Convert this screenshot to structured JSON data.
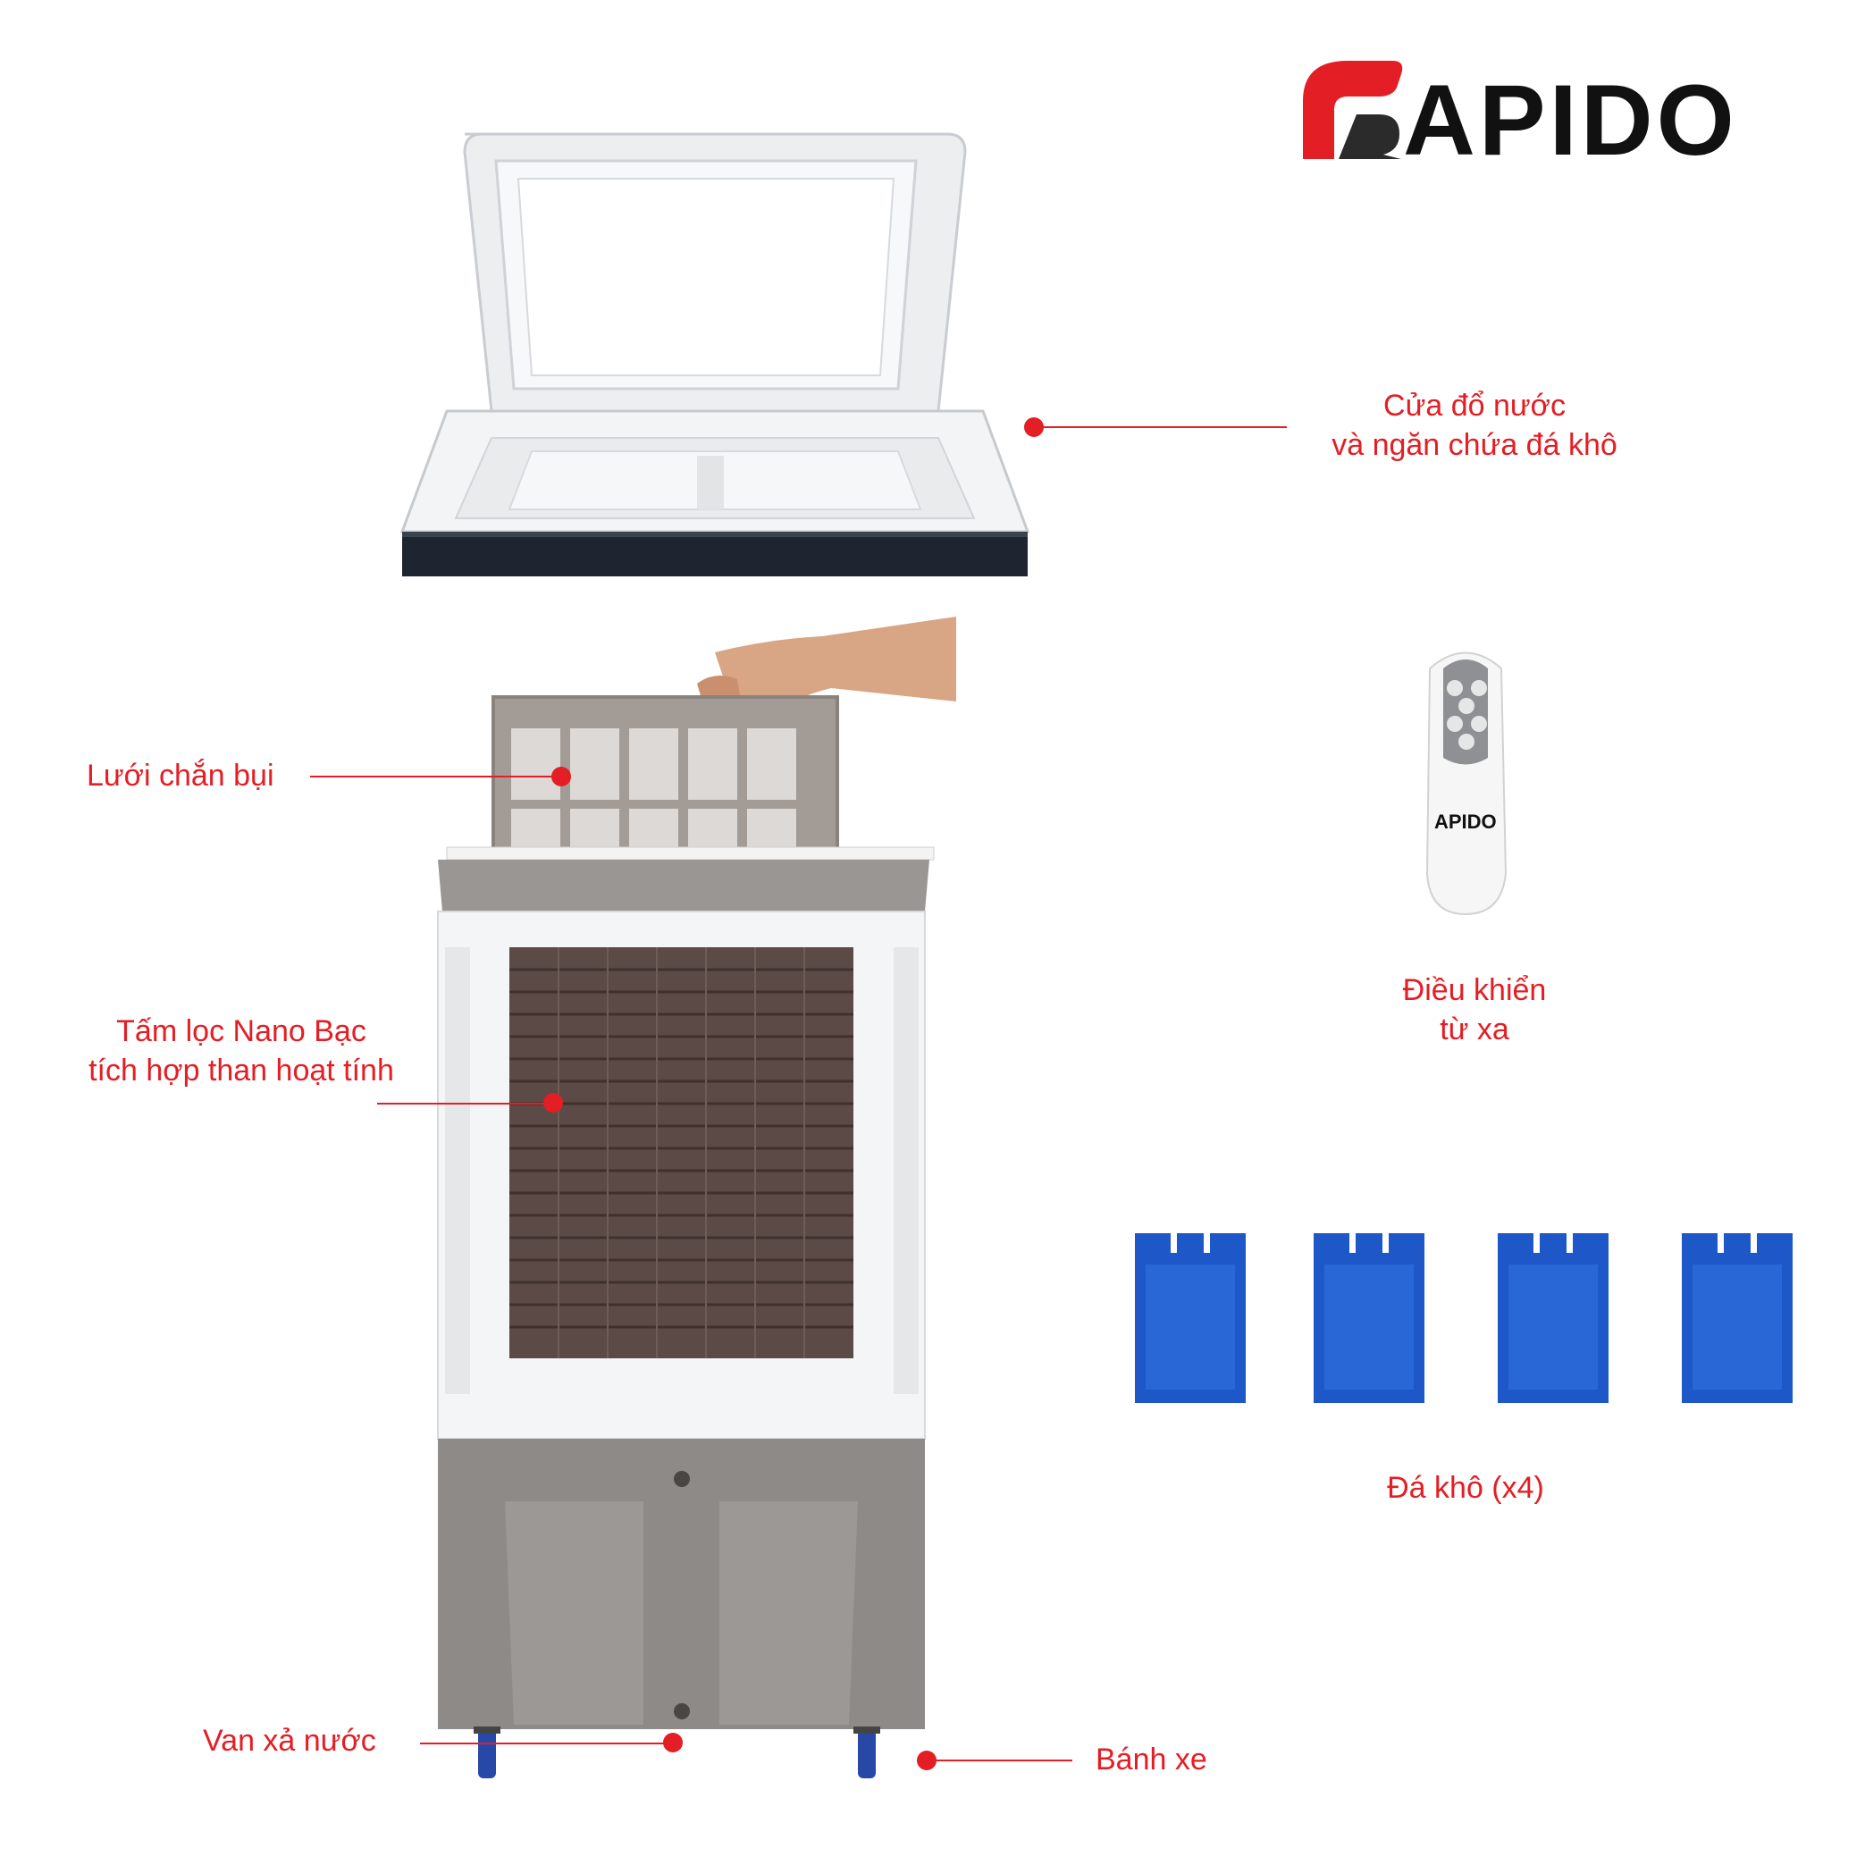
{
  "brand": {
    "logo_text": "APIDO",
    "accent": "#e31e24",
    "remote_logo_text": "APIDO"
  },
  "labels": {
    "lid": {
      "line1": "Cửa đổ nước",
      "line2": "và ngăn chứa đá khô"
    },
    "dust_filter": "Lưới chắn bụi",
    "nano_filter": {
      "line1": "Tấm lọc Nano Bạc",
      "line2": "tích hợp than hoạt tính"
    },
    "drain_valve": "Van xả nước",
    "wheels": "Bánh xe",
    "remote": {
      "line1": "Điều khiển",
      "line2": "từ xa"
    },
    "ice_packs": "Đá khô (x4)"
  },
  "colors": {
    "body_white": "#f4f5f6",
    "body_gray": "#8e8a87",
    "filter_brown": "#5b4a45",
    "ice_blue": "#1d57c8",
    "label_red": "#e31e24"
  }
}
